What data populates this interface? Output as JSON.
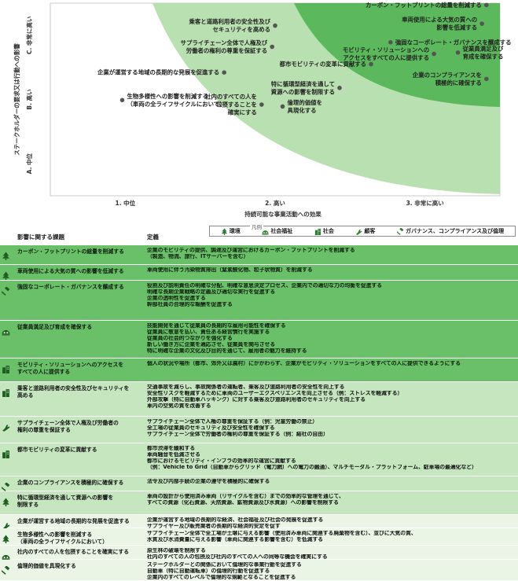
{
  "colors": {
    "dark_green": "#5cb85c",
    "mid_green": "#b9e0b0",
    "light_green": "#e8f4e4",
    "point": "#555555"
  },
  "chart_data": {
    "type": "scatter",
    "xlabel": "持続可能な事業活動への効果",
    "ylabel": "ステークホルダーの要求又は行動への影響",
    "x_ticks": [
      "1. 中位",
      "2. 高い",
      "3. 非常に高い"
    ],
    "y_ticks": [
      "A. 中位",
      "B. 高い",
      "C. 非常に高い"
    ],
    "xlim": [
      0.5,
      3.5
    ],
    "ylim": [
      0.5,
      3.5
    ],
    "grid": false,
    "points": [
      {
        "label": "カーボン・フットプリントの総量を削減する",
        "x": 3.41,
        "y": 3.47,
        "anchor": "end"
      },
      {
        "label": "車両使用による大気の質への影響を低減する",
        "x": 3.38,
        "y": 3.18,
        "anchor": "end",
        "line2": "影響を低減する",
        "line1": "車両使用による大気の質への"
      },
      {
        "label": "強固なコーポレート・ガバナンスを醸成する",
        "x": 2.77,
        "y": 2.89,
        "anchor": "start"
      },
      {
        "label": "乗客と道路利用者の安全性及びセキュリティを高める",
        "x": 2.0,
        "y": 3.15,
        "anchor": "end",
        "line1": "乗客と道路利用者の安全性及び",
        "line2": "セキュリティを高める"
      },
      {
        "label": "サプライチェーン全体で人権及び労働者の権利の尊重を保証する",
        "x": 1.98,
        "y": 2.82,
        "anchor": "end",
        "line1": "サプライチェーン全体で人権及び",
        "line2": "労働者の権利の尊重を保証する"
      },
      {
        "label": "モビリティ・ソリューションへのアクセスをすべての人に提供する",
        "x": 3.06,
        "y": 2.71,
        "anchor": "end",
        "line1": "モビリティ・ソリューションへの",
        "line2": "アクセスをすべての人に提供する"
      },
      {
        "label": "従業員満足及び育成を確保する",
        "x": 3.22,
        "y": 2.73,
        "anchor": "start",
        "line1": "従業員満足及び",
        "line2": "育成を確保する"
      },
      {
        "label": "都市モビリティの変革に貢献する",
        "x": 2.64,
        "y": 2.55,
        "anchor": "end"
      },
      {
        "label": "企業が運営する地域の長期的な発展を促進する",
        "x": 1.66,
        "y": 2.42,
        "anchor": "end"
      },
      {
        "label": "企業のコンプライアンスを積極的に確保する",
        "x": 3.41,
        "y": 2.32,
        "anchor": "end",
        "line1": "企業のコンプライアンスを",
        "line2": "積極的に確保する"
      },
      {
        "label": "特に循環型経済を通して資源への影響を制限する",
        "x": 2.43,
        "y": 2.18,
        "anchor": "end",
        "line1": "特に循環型経済を通して",
        "line2": "資源への影響を制限する"
      },
      {
        "label": "生物多様性への影響を削減する（車両の全ライフサイクルにおいて）",
        "x": 0.98,
        "y": 1.99,
        "anchor": "start",
        "line1": "生物多様性への影響を削減する",
        "line2": "（車両の全ライフサイクルにおいて）"
      },
      {
        "label": "社内のすべての人を包摂することを確実にする",
        "x": 1.91,
        "y": 1.92,
        "anchor": "end",
        "line1": "社内のすべての人を",
        "line2": "包摂することを",
        "line3": "確実にする"
      },
      {
        "label": "倫理的価値を具現化する",
        "x": 2.05,
        "y": 1.89,
        "anchor": "start",
        "line1": "倫理的価値を",
        "line2": "具現化する"
      }
    ]
  },
  "legend": {
    "title": "凡例",
    "items": [
      {
        "icon": "tree-icon",
        "label": "環境"
      },
      {
        "icon": "people-circle-icon",
        "label": "社会福祉"
      },
      {
        "icon": "building-icon",
        "label": "社会"
      },
      {
        "icon": "hand-icon",
        "label": "顧客"
      },
      {
        "icon": "gavel-icon",
        "label": "ガバナンス、コンプライアンス及び倫理"
      }
    ]
  },
  "table": {
    "header_issue": "影響に関する課題",
    "header_def": "定義",
    "rows": [
      {
        "cat": "tree-icon",
        "issue": [
          "カーボン・フットプリントの総量を削減する"
        ],
        "defs": [
          "企業のモビリティの提供、調達及び運営におけるカーボン・フットプリントを削減する",
          "（製造、物流、旅行、ITサーバーを含む）"
        ]
      },
      {
        "cat": "tree-icon",
        "issue": [
          "車両使用による大気の質への影響を低減する"
        ],
        "defs": [
          "車両使用に伴う汚染物質排出（窒素酸化物、粒子状物質）を削減する"
        ]
      },
      {
        "cat": "gavel-icon",
        "issue": [
          "強固なコーポレート・ガバナンスを醸成する"
        ],
        "defs": [
          "役割及び説明責任の明確な分配、明確な意思決定プロセス、企業内での適切な力の均衡を促進する",
          "明確な長期企業戦略の定義及び適切な実行を促進する",
          "企業の透明性を促進する",
          "幹部社員の合理的な報酬を促進する"
        ]
      },
      {
        "cat": "people-circle-icon",
        "issue": [
          "従業員満足及び育成を確保する"
        ],
        "defs": [
          "技能開発を通じて従業員の長期的な雇用可能性を確保する",
          "従業員に敬意を払い、責任ある経営慣行を実施する",
          "従業員の社会的つながりを強化する",
          "新しい働き方に企業を適応させ、従業員を関与させる",
          "特に明確な企業の文化及び目的を通じて、雇用者の魅力を維持する"
        ]
      },
      {
        "cat": "building-icon",
        "issue": [
          "モビリティ・ソリューションへのアクセスを",
          "すべての人に提供する"
        ],
        "defs": [
          "個人の状況や場所（都市、郊外又は農村）にかかわらず、企業がモビリティ・ソリューションをすべての人に提供できるようにする"
        ]
      },
      {
        "cat": "building-icon",
        "issue": [
          "乗客と道路利用者の安全性及びセキュリティを",
          "高める"
        ],
        "defs": [
          "交通事故を減らし、事故関係者の運転者、乗客及び道路利用者の安全性を向上する",
          "安全性リスクを軽減するために車両のユーザーエクスペリエンスを向上させる（例：ストレスを軽減する）",
          "外部攻撃（特に自動車ハッキング）に対する乗客及び道路利用者のセキュリティを向上する",
          "車内の空気の質を改善する"
        ]
      },
      {
        "cat": "hand-icon",
        "issue": [
          "サプライチェーン全体で人権及び労働者の",
          "権利の尊重を保証する"
        ],
        "defs": [
          "サプライチェーン全体で人権の尊重を保証する（例：児童労働の禁止）",
          "全工場の従業員のセキュリティ及び安全性を確保する",
          "サプライチェーン全体で労働者の権利の尊重を保証する（例：結社の自由）"
        ]
      },
      {
        "cat": "building-icon",
        "issue": [
          "都市モビリティの変革に貢献する"
        ],
        "defs": [
          "都市渋滞を緩和する",
          "車両騒音を低減させる",
          "都市におけるモビリティ・インフラの効率的な運営に貢献する",
          "（例：Vehicle to Grid（自動車からグリッド（電力網）への電力の融通）、マルチモーダル・プラットフォーム、駐車場の最適化など）"
        ]
      },
      {
        "cat": "gavel-icon",
        "issue": [
          "企業のコンプライアンスを積極的に確保する"
        ],
        "defs": [
          "法令及び内部手続の企業の遵守を積極的に確保する"
        ]
      },
      {
        "cat": "tree-icon",
        "issue": [
          "特に循環型経済を通して資源への影響を",
          "制限する"
        ],
        "defs": [
          "車両の設計から使用済み車両（リサイクルを含む）までの効率的な管理を通じて、",
          "すべての資源（化石資源、天然資源、鉱物資源及び水資源）への影響を制限する"
        ]
      },
      {
        "cat": "hand-icon",
        "issue": [
          "企業が運営する地域の長期的な発展を促進する"
        ],
        "defs": [
          "企業が運営する地域の長期的な経済、社会福祉及び社会の発展を促進する",
          "サプライヤー及び販売業者の長期的な経済的安定を促す"
        ]
      },
      {
        "cat": "tree-icon",
        "issue": [
          "生物多様性への影響を削減する",
          "（車両の全ライフサイクルにおいて）"
        ],
        "defs": [
          "サプライチェーン全体で全工場が土壌に与える影響（使用済み車両に関連する廃棄物を含む）、並びに大気の質、",
          "水質及び水消費量に与える影響（車両に関連する影響を含む）を低減する"
        ]
      },
      {
        "cat": "people-circle-icon",
        "issue": [
          "社内のすべての人を包摂することを確実にする"
        ],
        "defs": [
          "原生林の破壊を制限する",
          "社内のすべての人の包摂及び社内のすべての人への同等な機会を確実にする"
        ]
      },
      {
        "cat": "gavel-icon",
        "issue": [
          "倫理的価値を具現化する"
        ],
        "defs": [
          "ステークホルダーとの関係において倫理的な事業行動を促進する",
          "自動車（特に自動運転車）の倫理的行動を促進する",
          "企業内のすべてのレベルで倫理的な規範となることを促進する"
        ]
      }
    ]
  }
}
